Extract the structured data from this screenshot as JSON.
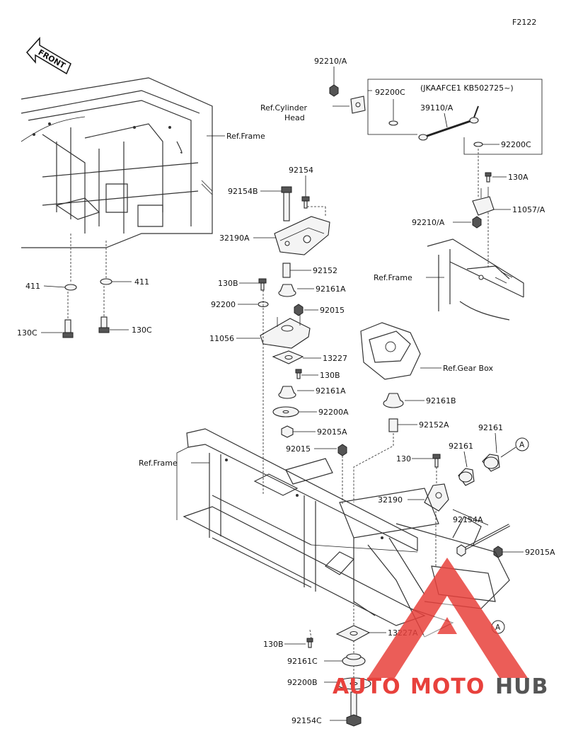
{
  "figure_code": "F2122",
  "front_label": "FRONT",
  "callout_letter": "A",
  "note_range": "(JKAAFCE1 KB502725~)",
  "watermark": {
    "auto": "AUTO",
    "moto": "MOTO",
    "hub": "HUB",
    "colors": {
      "red": "#e8413c",
      "gray": "#555555",
      "triangle": "#e8413c"
    }
  },
  "labels": {
    "p92210A_top": "92210/A",
    "p92200C_a": "92200C",
    "ref_cyl_1": "Ref.Cylinder",
    "ref_cyl_2": "Head",
    "p39110A": "39110/A",
    "p92200C_b": "92200C",
    "p130A": "130A",
    "p11057A": "11057/A",
    "p92210A_low": "92210/A",
    "ref_frame_top": "Ref.Frame",
    "ref_frame_right": "Ref.Frame",
    "ref_frame_mid": "Ref.Frame",
    "ref_gear_box": "Ref.Gear Box",
    "p92154": "92154",
    "p92154B": "92154B",
    "p32190A": "32190A",
    "p92152": "92152",
    "p130B_a": "130B",
    "p92161A_a": "92161A",
    "p92200": "92200",
    "p92015_a": "92015",
    "p11056": "11056",
    "p13227": "13227",
    "p130B_b": "130B",
    "p92161A_b": "92161A",
    "p92200A": "92200A",
    "p92015A_a": "92015A",
    "p92015_b": "92015",
    "p92161B": "92161B",
    "p92152A": "92152A",
    "p92161_a": "92161",
    "p92161_b": "92161",
    "p130": "130",
    "p32190": "32190",
    "p92154A": "92154A",
    "p92015A_b": "92015A",
    "p411_a": "411",
    "p411_b": "411",
    "p130C_a": "130C",
    "p130C_b": "130C",
    "p13227A": "13227A",
    "p130B_c": "130B",
    "p92161C": "92161C",
    "p92200B": "92200B",
    "p92154C": "92154C"
  }
}
